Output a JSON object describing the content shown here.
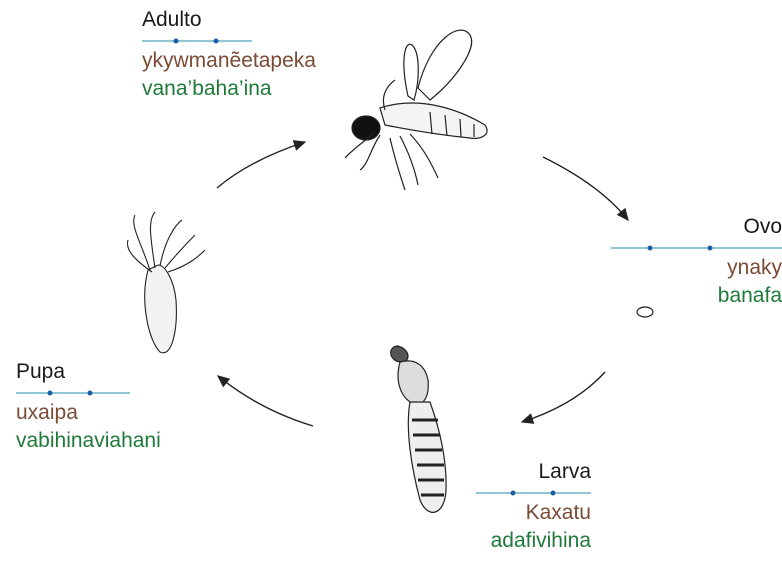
{
  "stages": {
    "adult": {
      "name": "Adulto",
      "lang1": "ykywmanẽetapeka",
      "lang2": "vana’baha’ina"
    },
    "egg": {
      "name": "Ovo",
      "lang1": "ynaky",
      "lang2": "banafa"
    },
    "larva": {
      "name": "Larva",
      "lang1": "Kaxatu",
      "lang2": "adafivihina"
    },
    "pupa": {
      "name": "Pupa",
      "lang1": "uxaipa",
      "lang2": "vabihinaviahani"
    }
  },
  "colors": {
    "name": "#1a1a1a",
    "lang1": "#7a4b35",
    "lang2": "#1f7a3a",
    "rule": "#8fc7d6",
    "dot": "#1c5fa8"
  }
}
